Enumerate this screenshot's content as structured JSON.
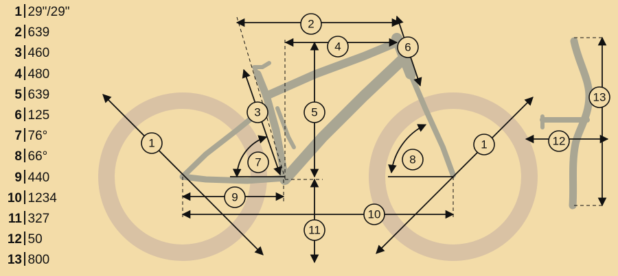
{
  "specs": [
    {
      "num": "1",
      "value": "29\"/29\""
    },
    {
      "num": "2",
      "value": "639"
    },
    {
      "num": "3",
      "value": "460"
    },
    {
      "num": "4",
      "value": "480"
    },
    {
      "num": "5",
      "value": "639"
    },
    {
      "num": "6",
      "value": "125"
    },
    {
      "num": "7",
      "value": "76°"
    },
    {
      "num": "8",
      "value": "66°"
    },
    {
      "num": "9",
      "value": "440"
    },
    {
      "num": "10",
      "value": "1234"
    },
    {
      "num": "11",
      "value": "327"
    },
    {
      "num": "12",
      "value": "50"
    },
    {
      "num": "13",
      "value": "800"
    }
  ],
  "callouts": {
    "wheel_rear": "1",
    "wheel_front": "1",
    "reach_top": "2",
    "seat_tube": "3",
    "top_reach": "4",
    "stack": "5",
    "head_tube": "6",
    "seat_angle": "7",
    "head_angle": "8",
    "chainstay": "9",
    "wheelbase": "10",
    "bb_drop": "11",
    "stem": "12",
    "bar_width": "13"
  },
  "colors": {
    "background": "#f3dca8",
    "wheel": "#d9c2a4",
    "frame": "#a9a693",
    "line": "#111111"
  }
}
